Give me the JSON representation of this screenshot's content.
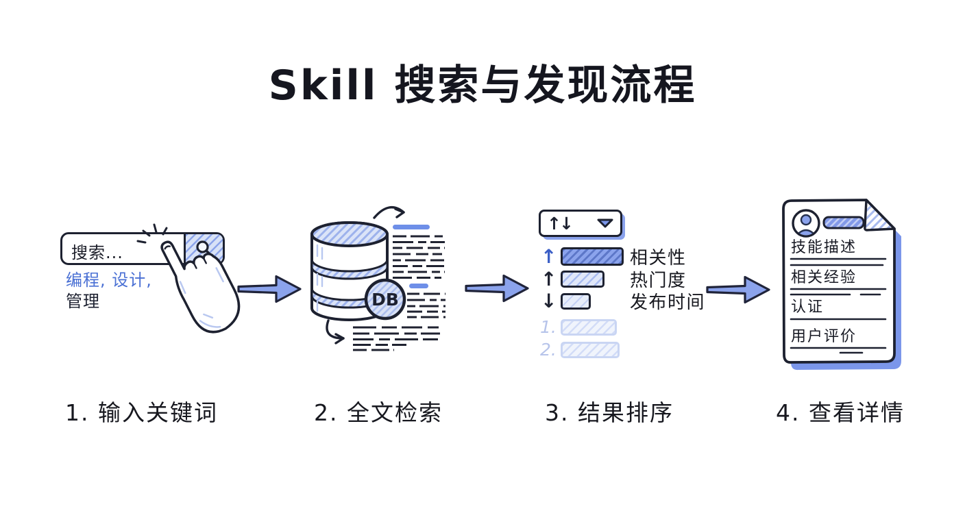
{
  "title": "Skill 搜索与发现流程",
  "colors": {
    "ink": "#1d2130",
    "accent_blue_text": "#4a70d4",
    "arrow_fill": "#8ba3ec",
    "highlight_bar_blue": "#6e8fe8",
    "shadow_blue": "#7b96ea"
  },
  "icons": {
    "search_button": "magnifier-icon",
    "click_cursor": "pointing-hand-icon",
    "click_effect": "sparkle-icon",
    "flow": "right-arrow-icon",
    "sort_control": "up-down-arrows-icon",
    "dropdown": "chevron-down-icon",
    "database": "db-cylinder-icon",
    "profile": "person-avatar-icon"
  },
  "steps": {
    "step1": {
      "caption": "1. 输入关键词",
      "search_placeholder": "搜索...",
      "keywords_line1": "编程, 设计,",
      "keywords_line2": "管理"
    },
    "step2": {
      "caption": "2. 全文检索",
      "db_badge": "DB"
    },
    "step3": {
      "caption": "3. 结果排序",
      "sort_glyph": "↑↓",
      "criteria": [
        {
          "direction": "↑",
          "label": "相关性"
        },
        {
          "direction": "↑",
          "label": "热门度"
        },
        {
          "direction": "↓",
          "label": "发布时间"
        }
      ],
      "ranked_placeholders": [
        "1.",
        "2."
      ]
    },
    "step4": {
      "caption": "4. 查看详情",
      "fields": [
        "技能描述",
        "相关经验",
        "认证",
        "用户评价"
      ]
    }
  }
}
